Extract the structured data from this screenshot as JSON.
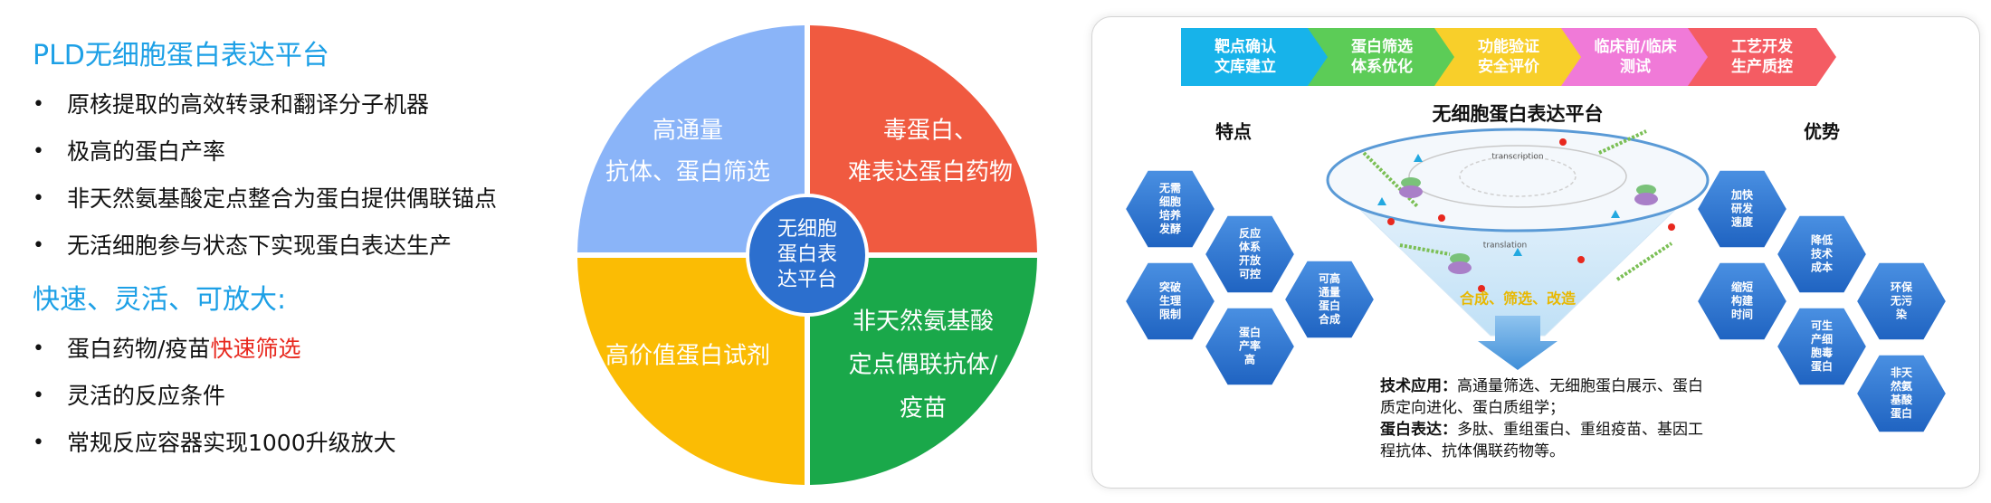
{
  "left": {
    "title1": "PLD无细胞蛋白表达平台",
    "bullets1": [
      "原核提取的高效转录和翻译分子机器",
      "极高的蛋白产率",
      "非天然氨基酸定点整合为蛋白提供偶联锚点",
      "无活细胞参与状态下实现蛋白表达生产"
    ],
    "title2": "快速、灵活、可放大:",
    "bullet_pharma_prefix": "蛋白药物/疫苗",
    "bullet_pharma_highlight": "快速筛选",
    "bullets2": [
      "灵活的反应条件",
      "常规反应容器实现1000升级放大"
    ]
  },
  "pie": {
    "quadrants": [
      {
        "lines": [
          "高通量",
          "抗体、蛋白筛选"
        ],
        "color": "#8ab4f8"
      },
      {
        "lines": [
          "毒蛋白、",
          "难表达蛋白药物"
        ],
        "color": "#f05a40"
      },
      {
        "lines": [
          "非天然氨基酸",
          "定点偶联抗体/",
          "疫苗"
        ],
        "color": "#1aa84a"
      },
      {
        "lines": [
          "高价值蛋白试剂"
        ],
        "color": "#fbbc04"
      }
    ],
    "center": [
      "无细胞",
      "蛋白表",
      "达平台"
    ],
    "center_color": "#2c6fce"
  },
  "right": {
    "steps": [
      {
        "lines": [
          "靶点确认",
          "文库建立"
        ],
        "color": "#17b3ea"
      },
      {
        "lines": [
          "蛋白筛选",
          "体系优化"
        ],
        "color": "#5ccc57"
      },
      {
        "lines": [
          "功能验证",
          "安全评价"
        ],
        "color": "#f8cf2a"
      },
      {
        "lines": [
          "临床前/临床",
          "测试"
        ],
        "color": "#f07ad8"
      },
      {
        "lines": [
          "工艺开发",
          "生产质控"
        ],
        "color": "#f45c63"
      }
    ],
    "platform_title": "无细胞蛋白表达平台",
    "features_label": "特点",
    "advantages_label": "优势",
    "features": [
      [
        "无需",
        "细胞",
        "培养",
        "发酵"
      ],
      [
        "反应",
        "体系",
        "开放",
        "可控"
      ],
      [
        "突破",
        "生理",
        "限制"
      ],
      [
        "可高",
        "通量",
        "蛋白",
        "合成"
      ],
      [
        "蛋白",
        "产率",
        "高"
      ]
    ],
    "advantages": [
      [
        "加快",
        "研发",
        "速度"
      ],
      [
        "降低",
        "技术",
        "成本"
      ],
      [
        "缩短",
        "构建",
        "时间"
      ],
      [
        "环保",
        "无污",
        "染"
      ],
      [
        "可生",
        "产细",
        "胞毒",
        "蛋白"
      ],
      [
        "非天",
        "然氨",
        "基酸",
        "蛋白"
      ]
    ],
    "funnel_text": "合成、筛选、改造",
    "transcription_label": "transcription",
    "translation_label": "translation",
    "tech_app_label": "技术应用：",
    "tech_app_text": "高通量筛选、无细胞蛋白展示、蛋白质定向进化、蛋白质组学；",
    "expression_label": "蛋白表达：",
    "expression_text": "多肽、重组蛋白、重组疫苗、基因工程抗体、抗体偶联药物等。"
  }
}
